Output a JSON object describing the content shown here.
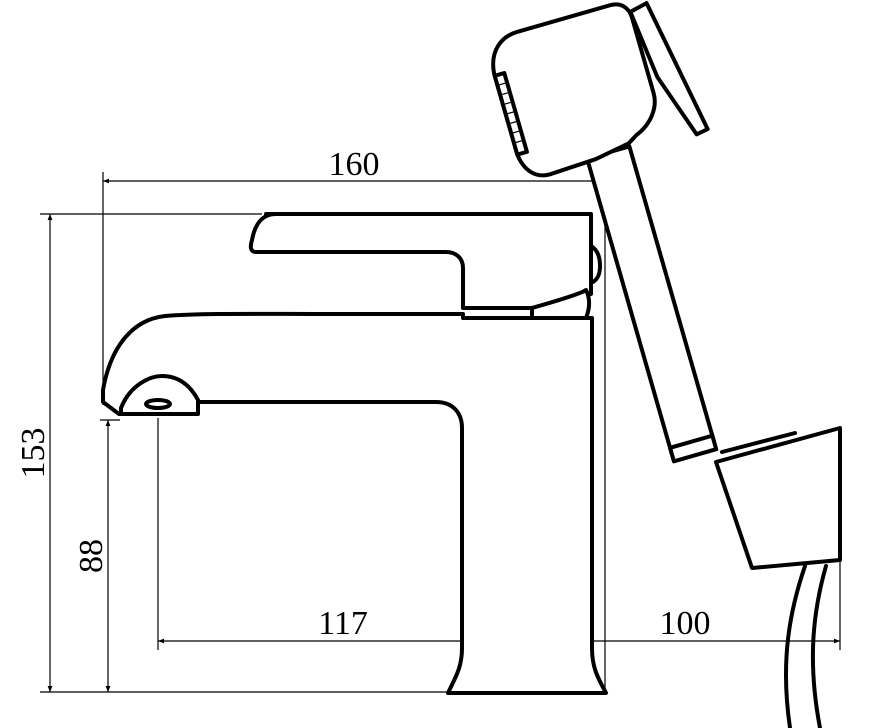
{
  "dimensions": {
    "width": "160",
    "height": "153",
    "spout_height": "88",
    "spout_reach": "117",
    "spray_offset": "100"
  },
  "colors": {
    "line": "#000000",
    "background": "#ffffff"
  }
}
